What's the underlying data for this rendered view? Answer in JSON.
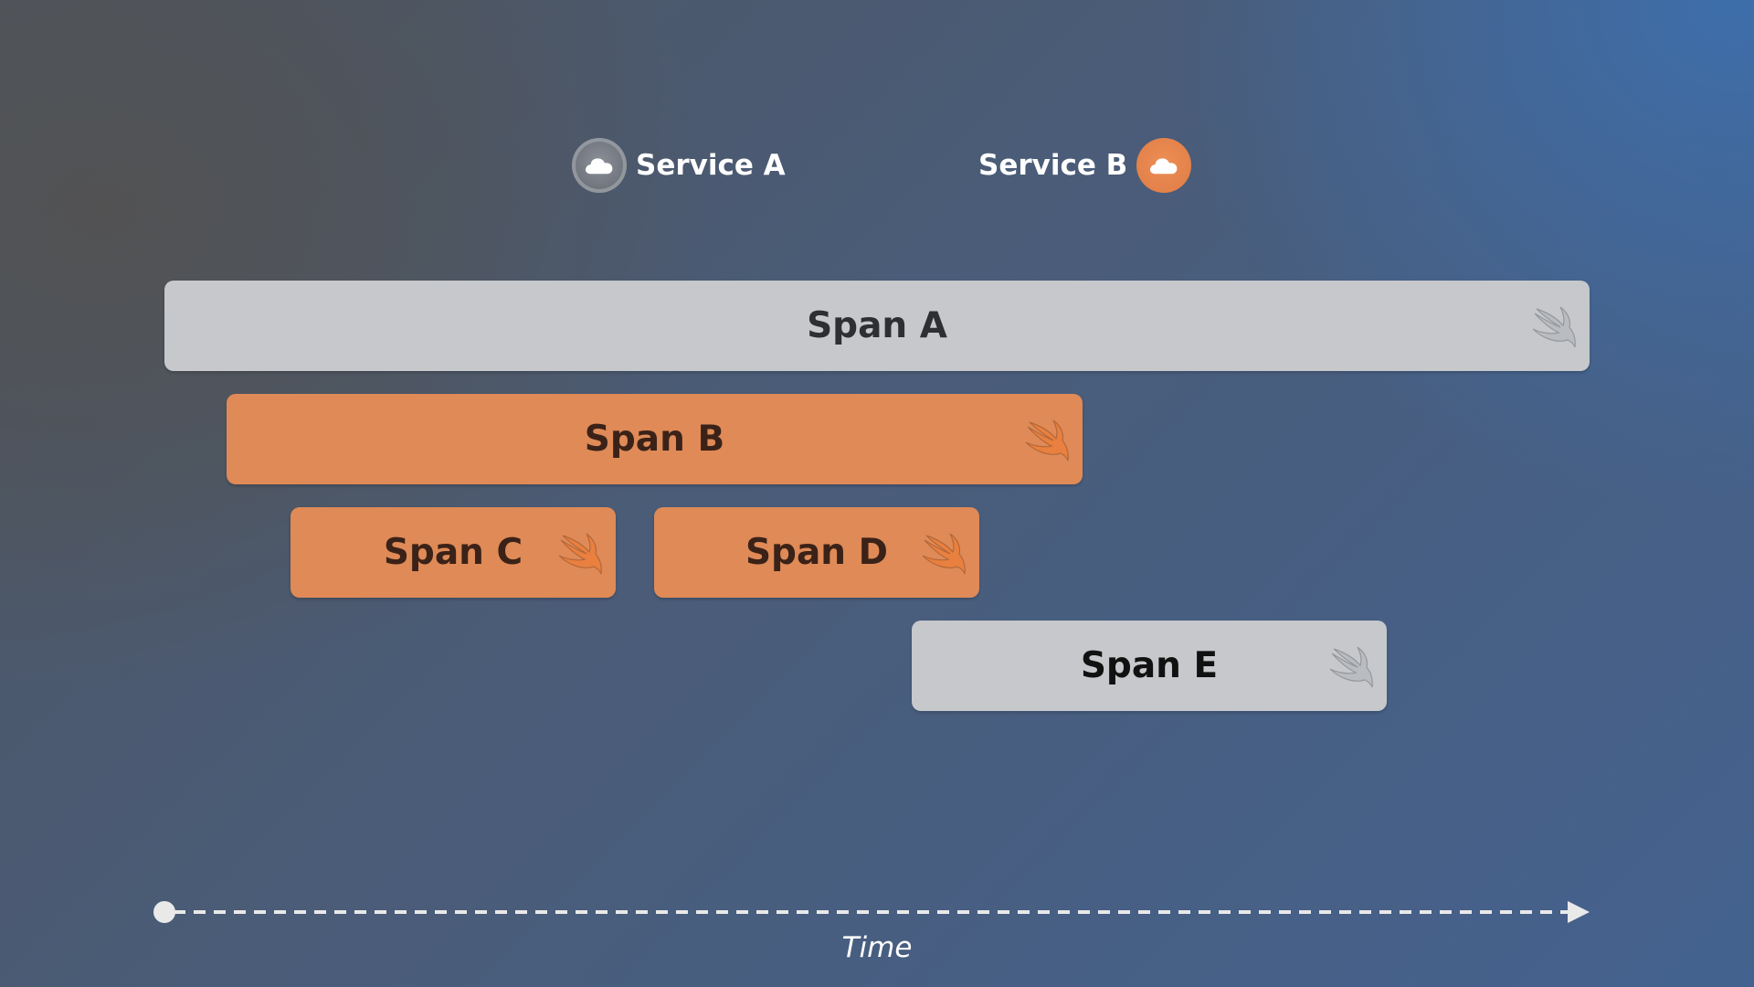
{
  "legend": {
    "service_a": {
      "label": "Service A",
      "icon": "cloud-icon",
      "color": "#7a7f87"
    },
    "service_b": {
      "label": "Service B",
      "icon": "cloud-icon",
      "color": "#e3834b"
    }
  },
  "spans": [
    {
      "id": "a",
      "label": "Span A",
      "service": "Service A",
      "color": "#c6c8cb",
      "icon": "swift-icon"
    },
    {
      "id": "b",
      "label": "Span B",
      "service": "Service B",
      "color": "#df8a57",
      "icon": "swift-icon"
    },
    {
      "id": "c",
      "label": "Span C",
      "service": "Service B",
      "color": "#df8a57",
      "icon": "swift-icon"
    },
    {
      "id": "d",
      "label": "Span D",
      "service": "Service B",
      "color": "#df8a57",
      "icon": "swift-icon"
    },
    {
      "id": "e",
      "label": "Span E",
      "service": "Service A",
      "color": "#c6c8cb",
      "icon": "swift-icon"
    }
  ],
  "axis": {
    "label": "Time"
  }
}
